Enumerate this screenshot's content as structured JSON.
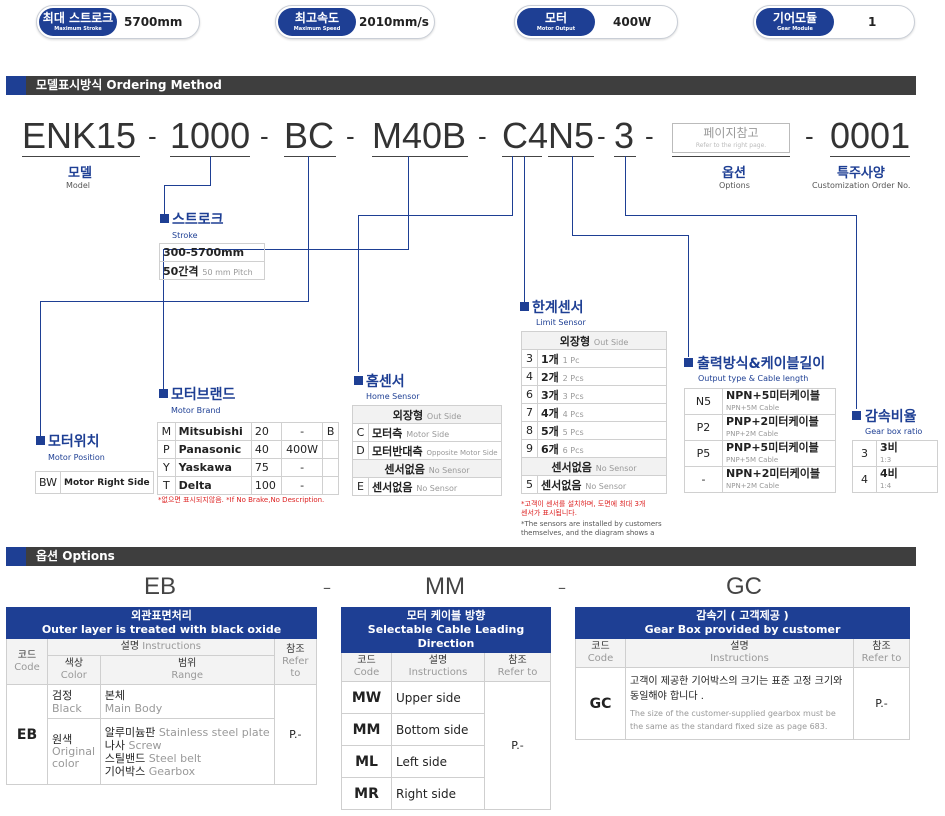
{
  "specs": [
    {
      "label_ko": "최대 스트로크",
      "label_en": "Maximum Stroke",
      "value": "5700mm"
    },
    {
      "label_ko": "최고속도",
      "label_en": "Maximum Speed",
      "value": "2010mm/s"
    },
    {
      "label_ko": "모터",
      "label_en": "Motor Output",
      "value": "400W"
    },
    {
      "label_ko": "기어모듈",
      "label_en": "Gear Module",
      "value": "1"
    }
  ],
  "ordering": {
    "section_title": "모델표시방식 Ordering Method",
    "code": {
      "model": "ENK15",
      "sep1": "-",
      "stroke": "1000",
      "sep2": "-",
      "position": "BC",
      "sep3": "-",
      "motor": "M40B",
      "sep4": "-",
      "sensor": "C4",
      "output": "N5",
      "sep5": "-",
      "gear": "3",
      "sep6": "-",
      "page_ref_ko": "페이지참고",
      "page_ref_en": "Refer to the right page.",
      "sep7": "-",
      "order_no": "0001"
    },
    "labels": {
      "model_ko": "모델",
      "model_en": "Model",
      "options_ko": "옵션",
      "options_en": "Options",
      "custom_ko": "특주사양",
      "custom_en": "Customization Order No."
    },
    "stroke": {
      "title": "스트로크",
      "subtitle": "Stroke",
      "range": "300-5700mm",
      "pitch": "50간격",
      "pitch_en": "50 mm Pitch"
    },
    "motor_position": {
      "title": "모터위치",
      "subtitle": "Motor Position",
      "code": "BW",
      "desc": "Motor Right Side"
    },
    "motor_brand": {
      "title": "모터브랜드",
      "subtitle": "Motor Brand",
      "rows": [
        {
          "code": "M",
          "name": "Mitsubishi",
          "w1": "20",
          "w2": "-",
          "b": "B"
        },
        {
          "code": "P",
          "name": "Panasonic",
          "w1": "40",
          "w2": "400W",
          "b": ""
        },
        {
          "code": "Y",
          "name": "Yaskawa",
          "w1": "75",
          "w2": "-",
          "b": ""
        },
        {
          "code": "T",
          "name": "Delta",
          "w1": "100",
          "w2": "-",
          "b": ""
        }
      ],
      "note": "*없으면 표시되지않음. *If No Brake,No Description."
    },
    "home_sensor": {
      "title": "홈센서",
      "subtitle": "Home Sensor",
      "rows": [
        {
          "code": "",
          "ko": "외장형",
          "en": "Out Side"
        },
        {
          "code": "C",
          "ko": "모터측",
          "en": "Motor Side"
        },
        {
          "code": "D",
          "ko": "모터반대측",
          "en": "Opposite Motor Side"
        },
        {
          "code": "",
          "ko": "센서없음",
          "en": "No Sensor"
        },
        {
          "code": "E",
          "ko": "센서없음",
          "en": "No Sensor"
        }
      ]
    },
    "limit_sensor": {
      "title": "한계센서",
      "subtitle": "Limit Sensor",
      "header_ko": "외장형",
      "header_en": "Out Side",
      "rows": [
        {
          "code": "3",
          "ko": "1개",
          "en": "1 Pc"
        },
        {
          "code": "4",
          "ko": "2개",
          "en": "2 Pcs"
        },
        {
          "code": "6",
          "ko": "3개",
          "en": "3 Pcs"
        },
        {
          "code": "7",
          "ko": "4개",
          "en": "4 Pcs"
        },
        {
          "code": "8",
          "ko": "5개",
          "en": "5 Pcs"
        },
        {
          "code": "9",
          "ko": "6개",
          "en": "6 Pcs"
        }
      ],
      "none_ko": "센서없음",
      "none_en": "No Sensor",
      "last_code": "5",
      "last_ko": "센서없음",
      "last_en": "No Sensor",
      "note_red_1": "*고객이 센서를 설치하며, 도면에 최대 3개",
      "note_red_2": "센서가 표시됩니다.",
      "note_1": "*The sensors are installed by customers",
      "note_2": "themselves, and the diagram shows a"
    },
    "output_type": {
      "title": "출력방식&케이블길이",
      "subtitle": "Output type & Cable length",
      "rows": [
        {
          "code": "N5",
          "ko": "NPN+5미터케이블",
          "en": "NPN+5M Cable"
        },
        {
          "code": "P2",
          "ko": "PNP+2미터케이블",
          "en": "PNP+2M Cable"
        },
        {
          "code": "P5",
          "ko": "PNP+5미터케이블",
          "en": "PNP+5M Cable"
        },
        {
          "code": "-",
          "ko": "NPN+2미터케이블",
          "en": "NPN+2M Cable"
        }
      ]
    },
    "gear_ratio": {
      "title": "감속비율",
      "subtitle": "Gear box ratio",
      "rows": [
        {
          "code": "3",
          "ko": "3비",
          "en": "1:3"
        },
        {
          "code": "4",
          "ko": "4비",
          "en": "1:4"
        }
      ]
    }
  },
  "options": {
    "section_title": "옵션 Options",
    "codes": [
      "EB",
      "MM",
      "GC"
    ],
    "eb": {
      "title_ko": "외관표면처리",
      "title_en": "Outer layer is treated with black oxide",
      "h_code_ko": "코드",
      "h_code_en": "Code",
      "h_inst_ko": "설명",
      "h_inst_en": "Instructions",
      "h_color_ko": "색상",
      "h_color_en": "Color",
      "h_range_ko": "범위",
      "h_range_en": "Range",
      "h_ref_ko": "참조",
      "h_ref_en": "Refer to",
      "code": "EB",
      "black_ko": "검정",
      "black_en": "Black",
      "black_range_ko": "본체",
      "black_range_en": "Main Body",
      "orig_ko": "원색",
      "orig_en": "Original color",
      "orig_items": [
        {
          "ko": "알루미늄판",
          "en": "Stainless steel plate"
        },
        {
          "ko": "나사",
          "en": "Screw"
        },
        {
          "ko": "스틸밴드",
          "en": "Steel belt"
        },
        {
          "ko": "기어박스",
          "en": "Gearbox"
        }
      ],
      "ref": "P.-"
    },
    "mm": {
      "title_ko": "모터 케이블 방향",
      "title_en": "Selectable Cable Leading Direction",
      "h_code_ko": "코드",
      "h_code_en": "Code",
      "h_inst_ko": "설명",
      "h_inst_en": "Instructions",
      "h_ref_ko": "참조",
      "h_ref_en": "Refer to",
      "rows": [
        {
          "code": "MW",
          "desc": "Upper side"
        },
        {
          "code": "MM",
          "desc": "Bottom side"
        },
        {
          "code": "ML",
          "desc": "Left side"
        },
        {
          "code": "MR",
          "desc": "Right side"
        }
      ],
      "ref": "P.-"
    },
    "gc": {
      "title_ko": "감속기 ( 고객제공 )",
      "title_en": "Gear Box provided by customer",
      "h_code_ko": "코드",
      "h_code_en": "Code",
      "h_inst_ko": "설명",
      "h_inst_en": "Instructions",
      "h_ref_ko": "참조",
      "h_ref_en": "Refer to",
      "code": "GC",
      "desc_ko": "고객이 제공한 기어박스의 크기는 표준 고정 크기와 동일해야 합니다 .",
      "desc_en": "The size of the customer-supplied gearbox must be the same as the standard fixed size as page 683.",
      "ref": "P.-"
    }
  }
}
